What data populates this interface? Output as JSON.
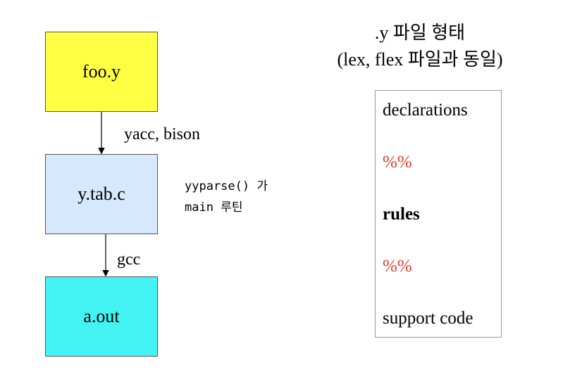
{
  "flow": {
    "source": "foo.y",
    "generated": "y.tab.c",
    "output": "a.out",
    "step1_label": "yacc, bison",
    "step2_label": "gcc",
    "note_line1": "yyparse() 가",
    "note_line2": "main 루틴"
  },
  "format": {
    "title_line1": ".y 파일 형태",
    "title_line2": "(lex, flex 파일과 동일)",
    "sections": {
      "declarations": "declarations",
      "separator1": "%%",
      "rules": "rules",
      "separator2": "%%",
      "support": "support code"
    },
    "separator_color": "#e53b2c"
  },
  "colors": {
    "source_fill": "#ffff44",
    "generated_fill": "#d6e8fb",
    "output_fill": "#44f4f4"
  }
}
